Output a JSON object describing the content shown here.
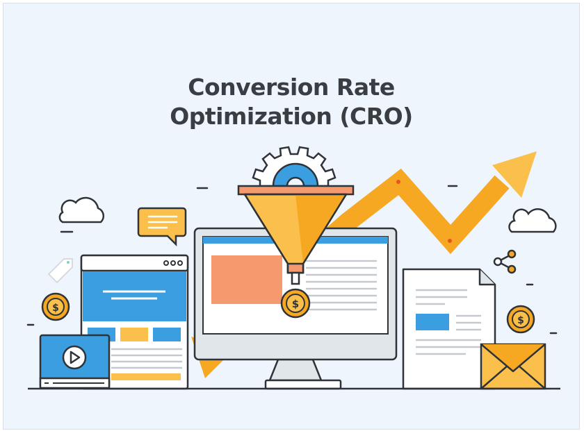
{
  "title": {
    "line1": "Conversion Rate",
    "line2": "Optimization (CRO)"
  },
  "icons": {
    "coin_symbol": "$",
    "browser_dots": "ooo"
  },
  "colors": {
    "background": "#eef5fd",
    "outline": "#2f3338",
    "orange": "#f7a823",
    "yellow": "#fbc04b",
    "blue": "#3a9ee0",
    "salmon": "#f59a6e",
    "gear": "#e9eef3",
    "grey_lines": "#c4c9cf"
  }
}
